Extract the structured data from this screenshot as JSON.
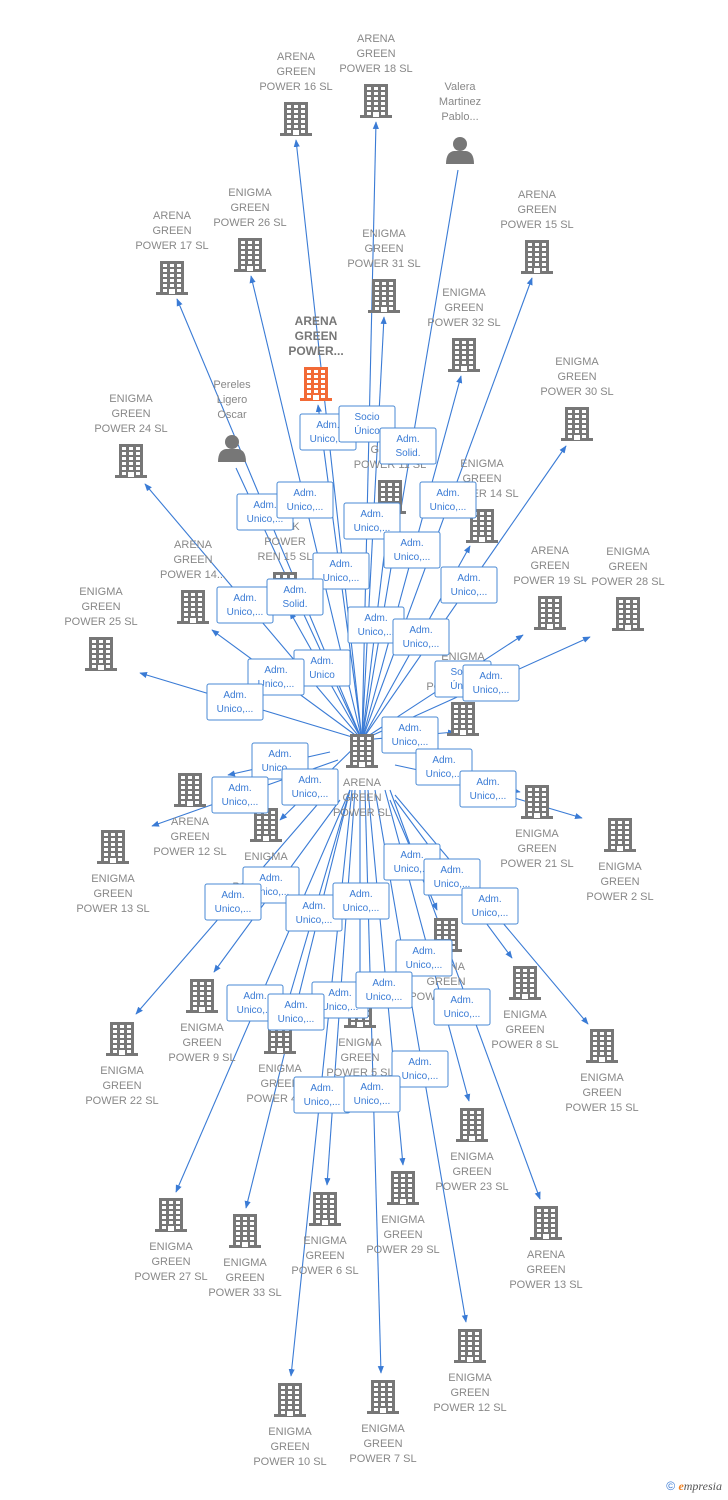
{
  "colors": {
    "edge": "#3a7bd5",
    "company": "#777777",
    "focus": "#f26a36",
    "person": "#777777"
  },
  "center": {
    "id": "center",
    "label": [
      "ARENA",
      "GREEN",
      "POWER SL"
    ]
  },
  "nodes": [
    {
      "id": "n1",
      "type": "company",
      "label": [
        "ARENA",
        "GREEN",
        "POWER 16 SL"
      ]
    },
    {
      "id": "n2",
      "type": "company",
      "label": [
        "ARENA",
        "GREEN",
        "POWER 18 SL"
      ]
    },
    {
      "id": "n3",
      "type": "person",
      "label": [
        "Valera",
        "Martinez",
        "Pablo..."
      ]
    },
    {
      "id": "n4",
      "type": "company",
      "label": [
        "ENIGMA",
        "GREEN",
        "POWER 26 SL"
      ]
    },
    {
      "id": "n5",
      "type": "company",
      "label": [
        "ARENA",
        "GREEN",
        "POWER 17 SL"
      ]
    },
    {
      "id": "n6",
      "type": "company",
      "label": [
        "ENIGMA",
        "GREEN",
        "POWER 31 SL"
      ]
    },
    {
      "id": "n7",
      "type": "company",
      "label": [
        "ARENA",
        "GREEN",
        "POWER 15 SL"
      ]
    },
    {
      "id": "n8",
      "type": "company",
      "label": [
        "ENIGMA",
        "GREEN",
        "POWER 32 SL"
      ]
    },
    {
      "id": "n9",
      "type": "focus",
      "label": [
        "ARENA",
        "GREEN",
        "POWER..."
      ]
    },
    {
      "id": "n10",
      "type": "person",
      "label": [
        "Pereles",
        "Ligero",
        "Oscar"
      ]
    },
    {
      "id": "n11",
      "type": "company",
      "label": [
        "ENIGMA",
        "GREEN",
        "POWER 30 SL"
      ]
    },
    {
      "id": "n12",
      "type": "company",
      "label": [
        "ENIGMA",
        "GREEN",
        "POWER 24 SL"
      ]
    },
    {
      "id": "n13",
      "type": "company",
      "label": [
        "ENIGMA",
        "GREEN",
        "POWER 11 SL"
      ]
    },
    {
      "id": "n14",
      "type": "company",
      "label": [
        "ENIGMA",
        "GREEN",
        "POWER 14 SL"
      ]
    },
    {
      "id": "n15",
      "type": "company",
      "label": [
        "PARK",
        "POWER",
        "REN 15 SL"
      ]
    },
    {
      "id": "n16",
      "type": "company",
      "label": [
        "ARENA",
        "GREEN",
        "POWER 14..."
      ]
    },
    {
      "id": "n17",
      "type": "company",
      "label": [
        "ARENA",
        "GREEN",
        "POWER 19 SL"
      ]
    },
    {
      "id": "n18",
      "type": "company",
      "label": [
        "ENIGMA",
        "GREEN",
        "POWER 28 SL"
      ]
    },
    {
      "id": "n19",
      "type": "company",
      "label": [
        "ENIGMA",
        "GREEN",
        "POWER 25 SL"
      ]
    },
    {
      "id": "n20",
      "type": "company",
      "label": [
        "ENIGMA",
        "GREEN",
        "POWER 20 SL"
      ]
    },
    {
      "id": "n21",
      "type": "company",
      "label": [
        "ARENA",
        "GREEN",
        "POWER 12 SL"
      ]
    },
    {
      "id": "n22",
      "type": "company",
      "label": [
        "ENIGMA",
        "GREEN",
        "POWER 21 SL"
      ]
    },
    {
      "id": "n23",
      "type": "company",
      "label": [
        "ENIGMA",
        "GREEN",
        "POWER 13 SL"
      ]
    },
    {
      "id": "n24",
      "type": "company",
      "label": [
        "ENIGMA",
        "GREEN",
        "POWER 2 SL"
      ]
    },
    {
      "id": "n25",
      "type": "company",
      "label": [
        "ENIGMA",
        "GREEN",
        "POWER 3 SL"
      ]
    },
    {
      "id": "n26",
      "type": "company",
      "label": [
        "ARENA",
        "GREEN",
        "POWER 10 SL"
      ]
    },
    {
      "id": "n27",
      "type": "company",
      "label": [
        "ENIGMA",
        "GREEN",
        "POWER 9 SL"
      ]
    },
    {
      "id": "n28",
      "type": "company",
      "label": [
        "ENIGMA",
        "GREEN",
        "POWER 8 SL"
      ]
    },
    {
      "id": "n29",
      "type": "company",
      "label": [
        "ENIGMA",
        "GREEN",
        "POWER 22 SL"
      ]
    },
    {
      "id": "n30",
      "type": "company",
      "label": [
        "ENIGMA",
        "GREEN",
        "POWER 4 SL"
      ]
    },
    {
      "id": "n31",
      "type": "company",
      "label": [
        "ENIGMA",
        "GREEN",
        "POWER 5 SL"
      ]
    },
    {
      "id": "n32",
      "type": "company",
      "label": [
        "ENIGMA",
        "GREEN",
        "POWER 15 SL"
      ]
    },
    {
      "id": "n33",
      "type": "company",
      "label": [
        "ENIGMA",
        "GREEN",
        "POWER 23 SL"
      ]
    },
    {
      "id": "n34",
      "type": "company",
      "label": [
        "ENIGMA",
        "GREEN",
        "POWER 27 SL"
      ]
    },
    {
      "id": "n35",
      "type": "company",
      "label": [
        "ENIGMA",
        "GREEN",
        "POWER 33 SL"
      ]
    },
    {
      "id": "n36",
      "type": "company",
      "label": [
        "ENIGMA",
        "GREEN",
        "POWER 6 SL"
      ]
    },
    {
      "id": "n37",
      "type": "company",
      "label": [
        "ENIGMA",
        "GREEN",
        "POWER 29 SL"
      ]
    },
    {
      "id": "n38",
      "type": "company",
      "label": [
        "ARENA",
        "GREEN",
        "POWER 13 SL"
      ]
    },
    {
      "id": "n39",
      "type": "company",
      "label": [
        "ENIGMA",
        "GREEN",
        "POWER 12 SL"
      ]
    },
    {
      "id": "n40",
      "type": "company",
      "label": [
        "ENIGMA",
        "GREEN",
        "POWER 10 SL"
      ]
    },
    {
      "id": "n41",
      "type": "company",
      "label": [
        "ENIGMA",
        "GREEN",
        "POWER 7 SL"
      ]
    }
  ],
  "relations": [
    {
      "id": "r1",
      "lines": [
        "Adm.",
        "Unico,..."
      ]
    },
    {
      "id": "r2",
      "lines": [
        "Socio",
        "Único"
      ]
    },
    {
      "id": "r3",
      "lines": [
        "Adm.",
        "Solid."
      ]
    },
    {
      "id": "r4",
      "lines": [
        "Adm.",
        "Unico,..."
      ]
    },
    {
      "id": "r5",
      "lines": [
        "Adm.",
        "Unico,..."
      ]
    },
    {
      "id": "r6",
      "lines": [
        "Adm.",
        "Unico,..."
      ]
    },
    {
      "id": "r7",
      "lines": [
        "Adm.",
        "Unico,..."
      ]
    },
    {
      "id": "r8",
      "lines": [
        "Adm.",
        "Unico,..."
      ]
    },
    {
      "id": "r9",
      "lines": [
        "Adm.",
        "Unico,..."
      ]
    },
    {
      "id": "r10",
      "lines": [
        "Adm.",
        "Unico,..."
      ]
    },
    {
      "id": "r11",
      "lines": [
        "Adm.",
        "Solid."
      ]
    },
    {
      "id": "r12",
      "lines": [
        "Adm.",
        "Unico,..."
      ]
    },
    {
      "id": "r13",
      "lines": [
        "Adm.",
        "Unico,..."
      ]
    },
    {
      "id": "r14",
      "lines": [
        "Adm.",
        "Unico,..."
      ]
    },
    {
      "id": "r15",
      "lines": [
        "Adm.",
        "Unico"
      ]
    },
    {
      "id": "r16",
      "lines": [
        "Socio",
        "Único"
      ]
    },
    {
      "id": "r17",
      "lines": [
        "Adm.",
        "Unico,..."
      ]
    },
    {
      "id": "r18",
      "lines": [
        "Adm.",
        "Unico,..."
      ]
    },
    {
      "id": "r19",
      "lines": [
        "Adm.",
        "Unico,..."
      ]
    },
    {
      "id": "r20",
      "lines": [
        "Adm.",
        "Unico,..."
      ]
    },
    {
      "id": "r21",
      "lines": [
        "Adm.",
        "Unico,..."
      ]
    },
    {
      "id": "r22",
      "lines": [
        "Adm.",
        "Unico,..."
      ]
    },
    {
      "id": "r23",
      "lines": [
        "Adm.",
        "Unico,..."
      ]
    },
    {
      "id": "r24",
      "lines": [
        "Adm.",
        "Unico,..."
      ]
    },
    {
      "id": "r25",
      "lines": [
        "Adm.",
        "Unico,..."
      ]
    },
    {
      "id": "r26",
      "lines": [
        "Adm.",
        "Unico,..."
      ]
    },
    {
      "id": "r27",
      "lines": [
        "Adm.",
        "Unico,..."
      ]
    },
    {
      "id": "r28",
      "lines": [
        "Adm.",
        "Unico,..."
      ]
    },
    {
      "id": "r29",
      "lines": [
        "Adm.",
        "Unico,..."
      ]
    },
    {
      "id": "r30",
      "lines": [
        "Adm.",
        "Unico,..."
      ]
    },
    {
      "id": "r31",
      "lines": [
        "Adm.",
        "Unico,..."
      ]
    },
    {
      "id": "r32",
      "lines": [
        "Adm.",
        "Unico,..."
      ]
    },
    {
      "id": "r33",
      "lines": [
        "Adm.",
        "Unico,..."
      ]
    },
    {
      "id": "r34",
      "lines": [
        "Adm.",
        "Unico,..."
      ]
    },
    {
      "id": "r35",
      "lines": [
        "Adm.",
        "Unico,..."
      ]
    },
    {
      "id": "r36",
      "lines": [
        "Adm.",
        "Unico,..."
      ]
    },
    {
      "id": "r37",
      "lines": [
        "Adm.",
        "Unico,..."
      ]
    },
    {
      "id": "r38",
      "lines": [
        "Adm.",
        "Unico,..."
      ]
    },
    {
      "id": "r39",
      "lines": [
        "Adm.",
        "Unico,..."
      ]
    },
    {
      "id": "r40",
      "lines": [
        "Adm.",
        "Unico,..."
      ]
    },
    {
      "id": "r41",
      "lines": [
        "Adm.",
        "Unico,..."
      ]
    }
  ],
  "footer": {
    "copyright": "©",
    "brand_e": "e",
    "brand": "mpresia"
  }
}
